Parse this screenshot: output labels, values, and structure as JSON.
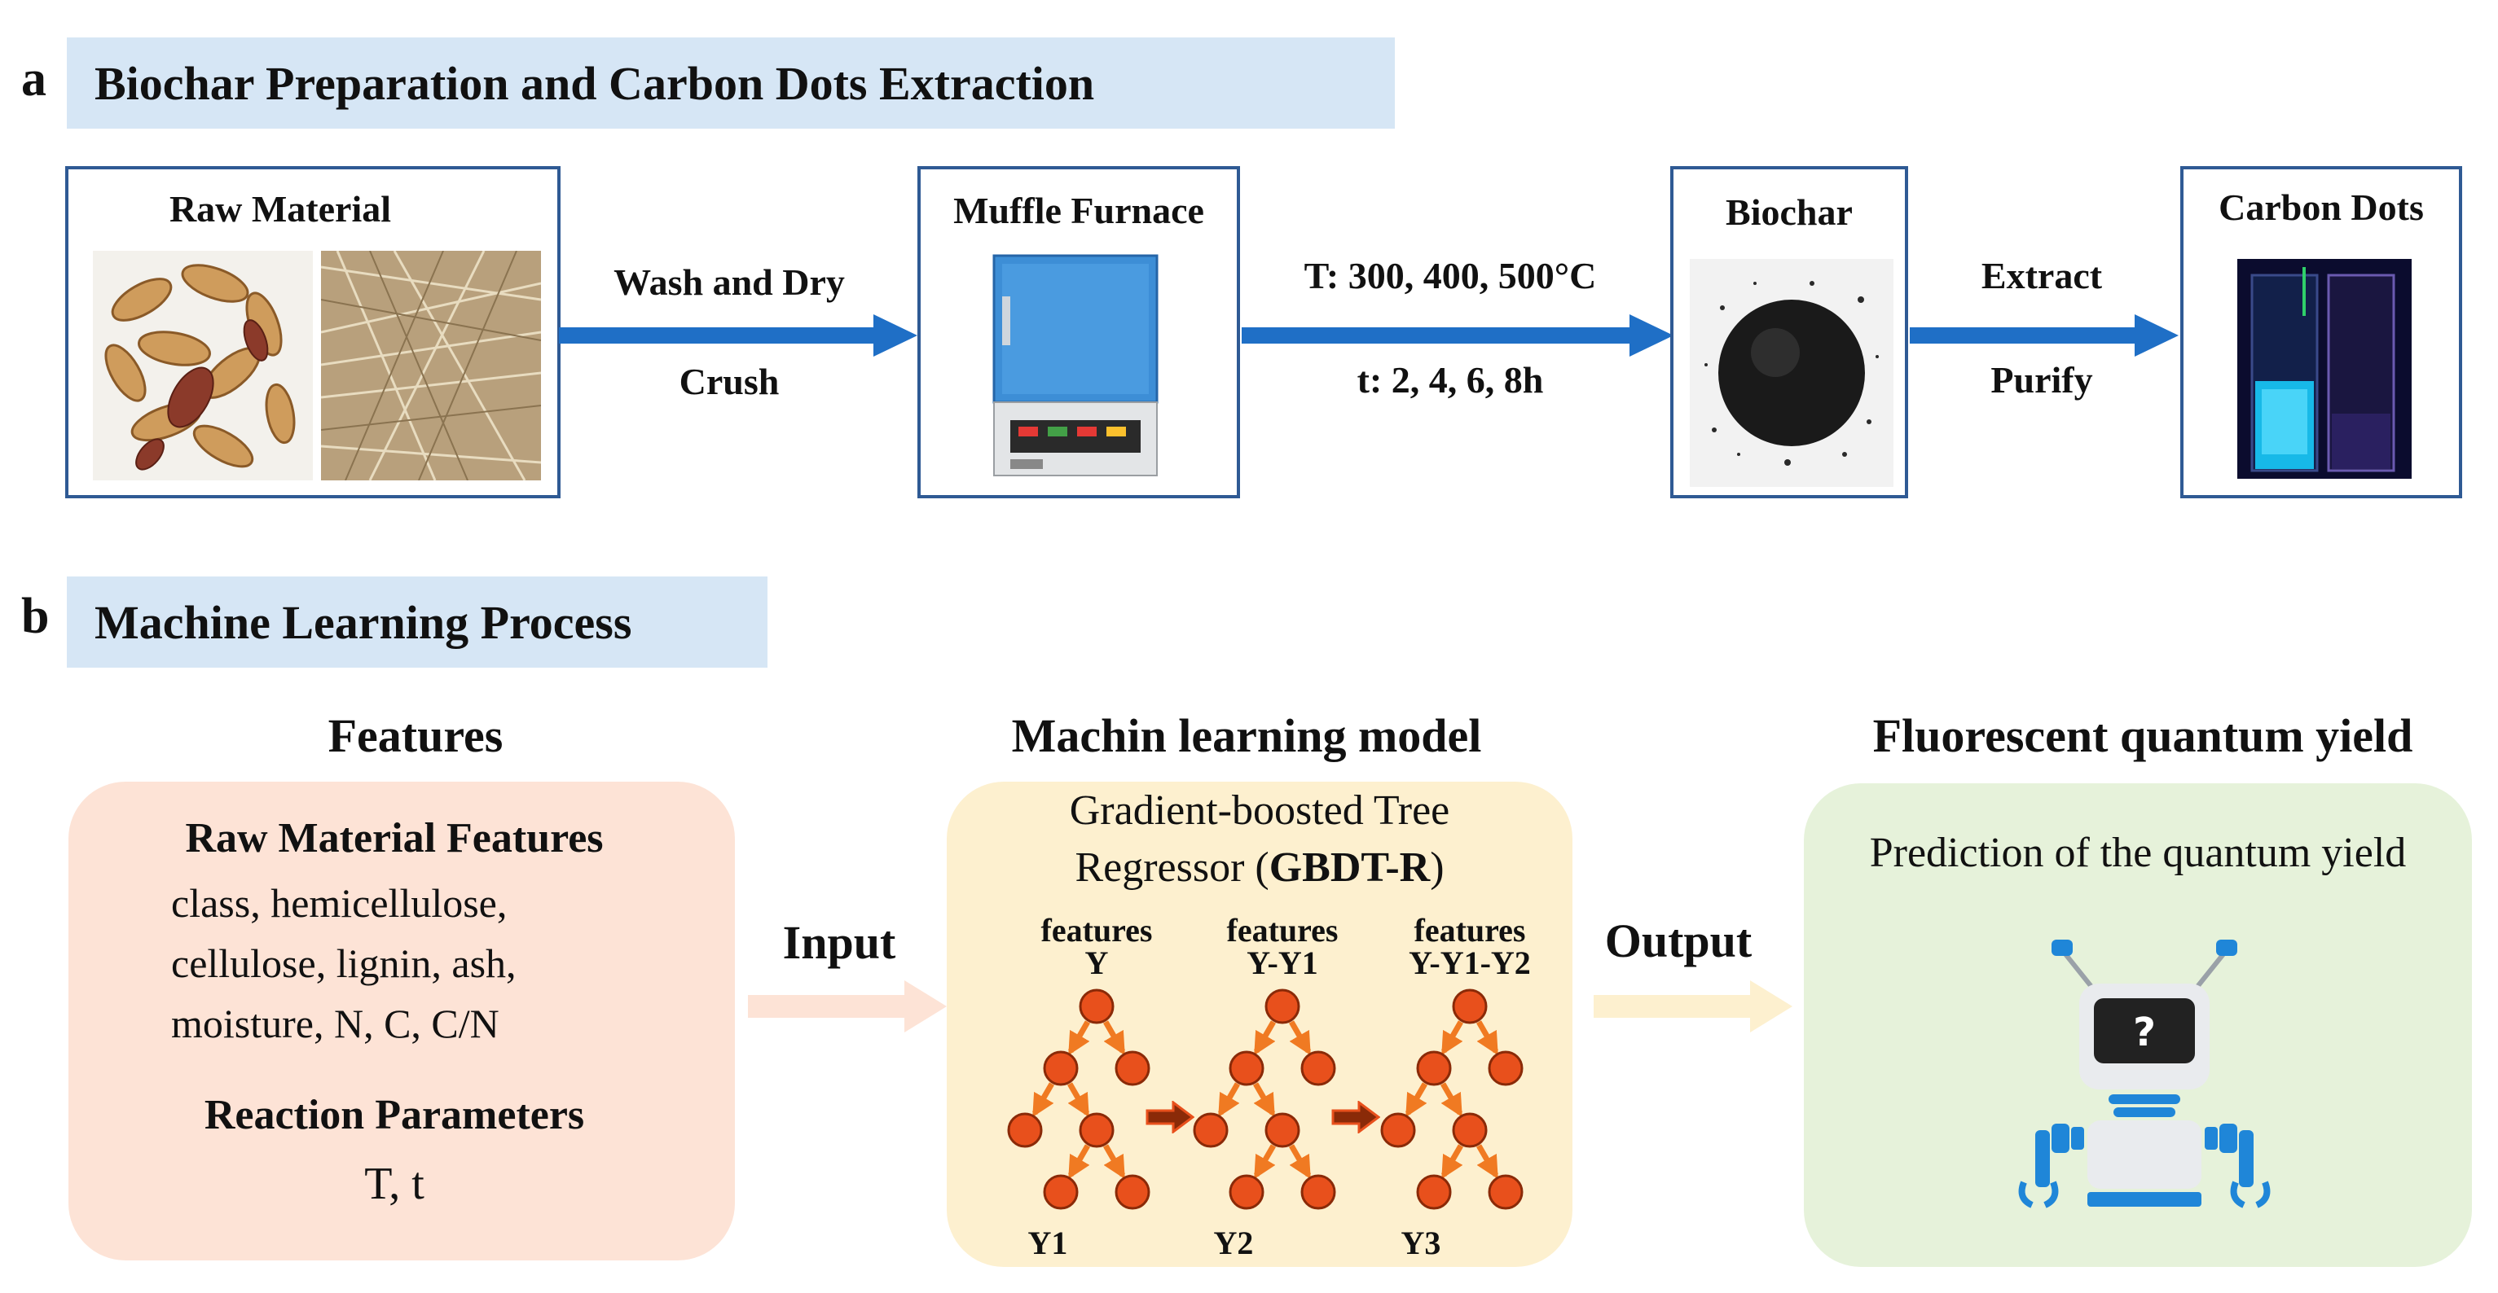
{
  "panel_a": {
    "letter": "a",
    "title": "Biochar Preparation and Carbon Dots Extraction",
    "stages": {
      "raw": {
        "title": "Raw Material"
      },
      "furnace": {
        "title": "Muffle Furnace"
      },
      "biochar": {
        "title": "Biochar"
      },
      "dots": {
        "title": "Carbon Dots"
      }
    },
    "arrows": {
      "a1": {
        "top": "Wash and Dry",
        "bottom": "Crush"
      },
      "a2": {
        "top": "T: 300, 400, 500°C",
        "bottom": "t: 2, 4, 6, 8h"
      },
      "a3": {
        "top": "Extract",
        "bottom": "Purify"
      }
    }
  },
  "panel_b": {
    "letter": "b",
    "title": "Machine Learning Process",
    "features": {
      "heading": "Features",
      "raw_title": "Raw Material Features",
      "raw_lines": [
        "class, hemicellulose,",
        "cellulose, lignin, ash,",
        "moisture, N, C, C/N"
      ],
      "reaction_title": "Reaction Parameters",
      "reaction_value": "T, t"
    },
    "input_label": "Input",
    "model": {
      "heading": "Machin learning model",
      "line1": "Gradient-boosted Tree",
      "line2_pre": "Regressor (",
      "line2_bold": "GBDT-R",
      "line2_post": ")",
      "trees": [
        {
          "feat": "features",
          "target": "Y",
          "output": "Y1"
        },
        {
          "feat": "features",
          "target": "Y-Y1",
          "output": "Y2"
        },
        {
          "feat": "features",
          "target": "Y-Y1-Y2",
          "output": "Y3"
        }
      ]
    },
    "output_label": "Output",
    "yield": {
      "heading": "Fluorescent quantum yield",
      "text": "Prediction of the quantum yield",
      "screen_symbol": "?"
    }
  },
  "colors": {
    "section_bg": "#d6e6f5",
    "stage_border": "#2f5a94",
    "process_arrow": "#1f6fc6",
    "features_box": "#fde3d6",
    "model_box": "#fdf0cf",
    "yield_box": "#e6f2da",
    "tree_node": "#e8501c",
    "tree_edge": "#f07a22",
    "robot_blue": "#1f86d8"
  }
}
